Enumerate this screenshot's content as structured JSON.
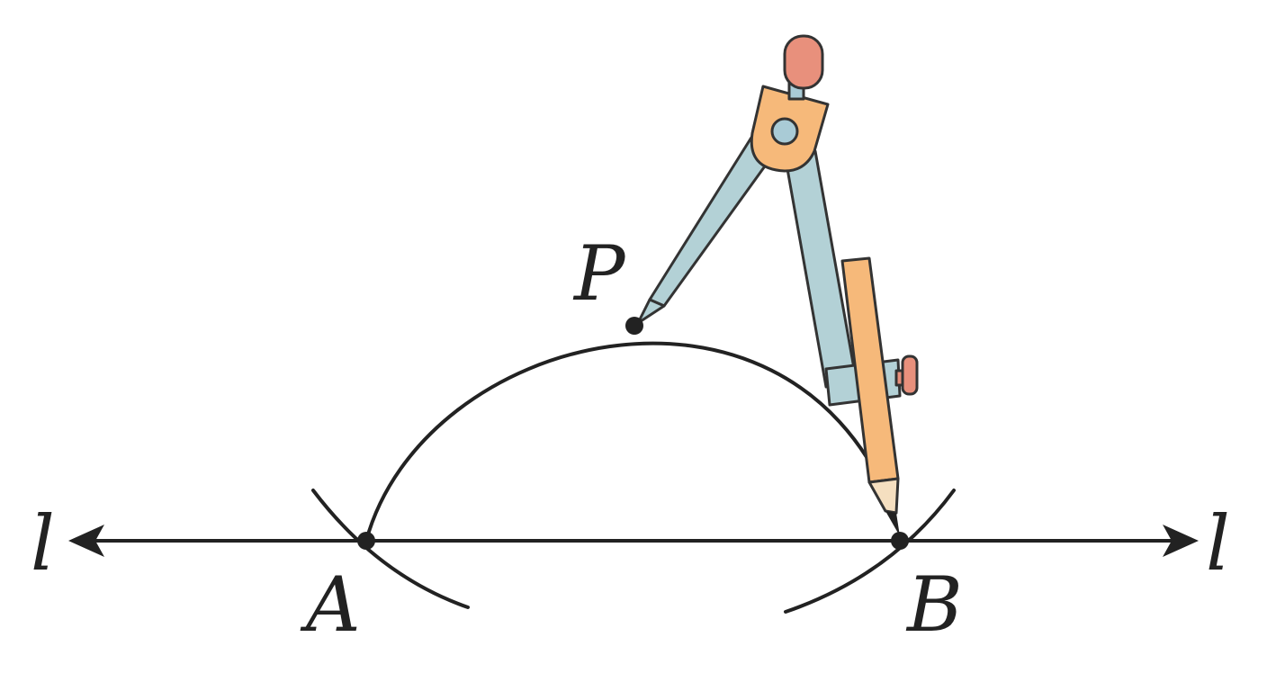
{
  "labels": {
    "line_left": "l",
    "line_right": "l",
    "point_a": "A",
    "point_b": "B",
    "point_p": "P"
  },
  "colors": {
    "ink": "#222222",
    "compass_head": "#f6b97a",
    "compass_leg": "#b3d1d6",
    "compass_knob": "#e8907c",
    "pencil_body": "#f6b97a",
    "pencil_wood": "#f5dfc0",
    "hinge": "#a9cbd6"
  },
  "icons": {
    "tool": "drawing-compass-icon",
    "arrow_left": "arrowhead-left-icon",
    "arrow_right": "arrowhead-right-icon"
  }
}
